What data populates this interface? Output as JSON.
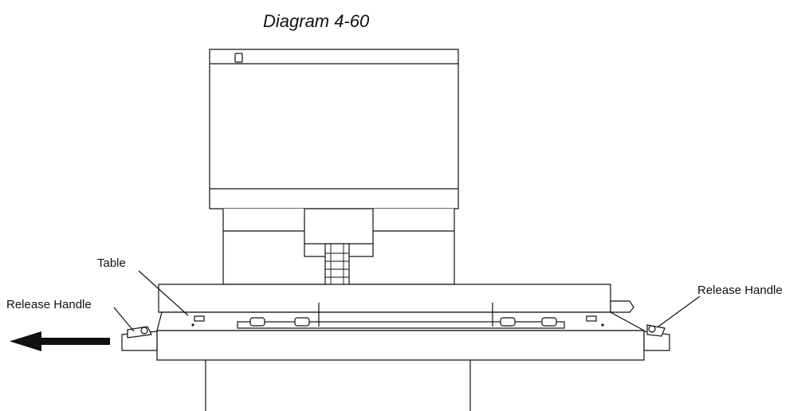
{
  "diagram": {
    "title": "Diagram 4-60",
    "labels": {
      "table": "Table",
      "release_handle_left": "Release Handle",
      "release_handle_right": "Release Handle"
    },
    "colors": {
      "line": "#111111",
      "background": "#ffffff",
      "arrow": "#111111"
    }
  }
}
